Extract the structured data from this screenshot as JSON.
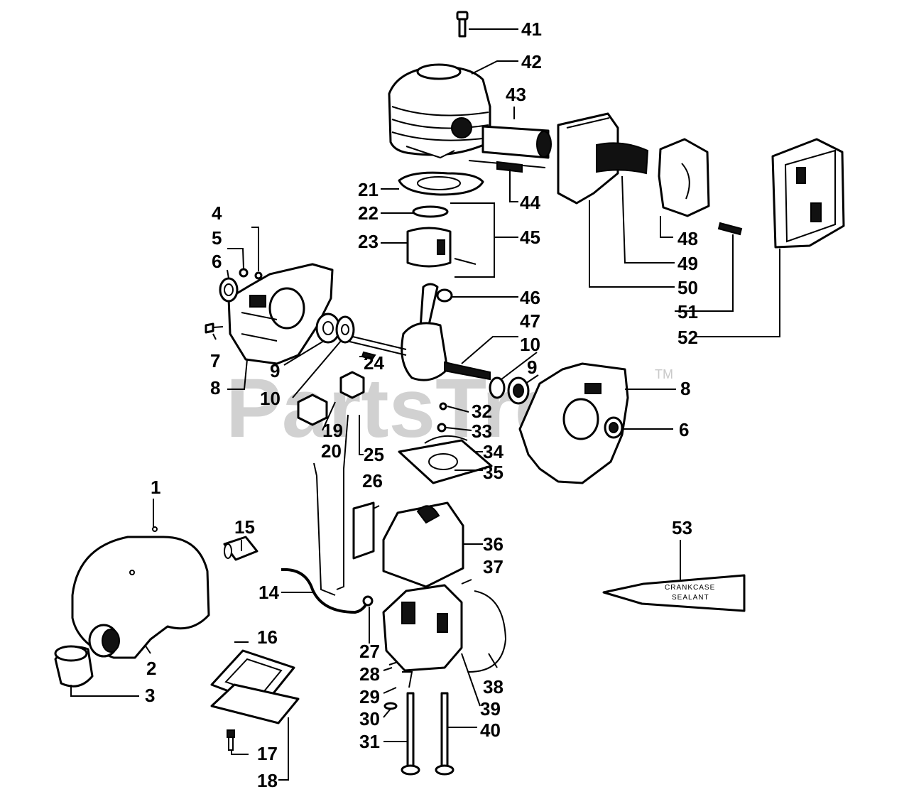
{
  "watermark": {
    "text": "PartsTree",
    "trademark": "TM"
  },
  "sealant_tube_label": [
    "CRANKCASE",
    "SEALANT"
  ],
  "callouts": [
    {
      "n": "1"
    },
    {
      "n": "2"
    },
    {
      "n": "3"
    },
    {
      "n": "4"
    },
    {
      "n": "5"
    },
    {
      "n": "6"
    },
    {
      "n": "7"
    },
    {
      "n": "8"
    },
    {
      "n": "9"
    },
    {
      "n": "10"
    },
    {
      "n": "14"
    },
    {
      "n": "15"
    },
    {
      "n": "16"
    },
    {
      "n": "17"
    },
    {
      "n": "18"
    },
    {
      "n": "19"
    },
    {
      "n": "20"
    },
    {
      "n": "21"
    },
    {
      "n": "22"
    },
    {
      "n": "23"
    },
    {
      "n": "24"
    },
    {
      "n": "25"
    },
    {
      "n": "26"
    },
    {
      "n": "27"
    },
    {
      "n": "28"
    },
    {
      "n": "29"
    },
    {
      "n": "30"
    },
    {
      "n": "31"
    },
    {
      "n": "32"
    },
    {
      "n": "33"
    },
    {
      "n": "34"
    },
    {
      "n": "35"
    },
    {
      "n": "36"
    },
    {
      "n": "37"
    },
    {
      "n": "38"
    },
    {
      "n": "39"
    },
    {
      "n": "40"
    },
    {
      "n": "41"
    },
    {
      "n": "42"
    },
    {
      "n": "43"
    },
    {
      "n": "44"
    },
    {
      "n": "45"
    },
    {
      "n": "46"
    },
    {
      "n": "47"
    },
    {
      "n": "10"
    },
    {
      "n": "9"
    },
    {
      "n": "8"
    },
    {
      "n": "6"
    },
    {
      "n": "48"
    },
    {
      "n": "49"
    },
    {
      "n": "50"
    },
    {
      "n": "51"
    },
    {
      "n": "52"
    },
    {
      "n": "53"
    }
  ]
}
